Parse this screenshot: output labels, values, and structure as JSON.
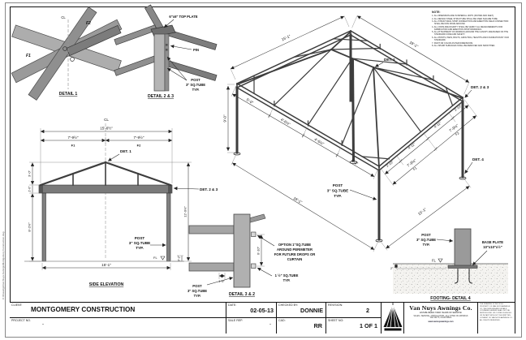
{
  "frame": {
    "path_text": "C:\\Drawings\\Van Nuys Awnings\\Montgomery Construction.dwg"
  },
  "post_label": {
    "l1": "POST",
    "l2": "3\" SQ.TUBE",
    "l3": "TYP."
  },
  "notes": {
    "heading": "NOTE:",
    "items": [
      "1. ALL DIMENSION ARE IN IMPERIAL UNITS (INCHES AND FEET).",
      "2. ALL DESIGN STEEL STRUCTURE SHALL BE USED SQUARE TUBE.",
      "3. ALL STRUCTURAL SHOP CONNECTION AND ERECTION FIELD CONNECTION SHALL BE NON MOVE AROUND.",
      "4. ALL JOINS ARE RIGIDITY SHALL BE VERIFY ALL MEASUREMENTS FOR FABRICATION AND ERECTION SHOP DRAWINGS.",
      "5. ALL ATTACHMENT OF AWNINGS AROUND THE CANOPY ARE BASED ON THE STANDARD CODE AND SAFETY.",
      "6. ALL POINTS, PADS, BOLTS, GROUTING, HEIGHTS AND FOUNDATION BY OUR STANDARD.",
      "7. PAINT OR COLOR AS PER DIMENSIONS.",
      "8. ALL SHARP SURFACES SHALL BE REMOVED AND SMOOTHED."
    ]
  },
  "detail_1": {
    "title": "DETAIL 1",
    "cl": "CL",
    "f1": "F1",
    "f2": "F2"
  },
  "detail_2_3": {
    "title": "DETAIL 2 & 3",
    "top_plate": "6\"x6\" TOP PLATE",
    "pin": "PIN"
  },
  "iso": {
    "det1": "DET. 1",
    "det23": "DET. 2 & 3",
    "det4": "DET. 4",
    "dim_top_left": "15'-1\"",
    "dim_top_right": "19'-1\"",
    "dim_height": "9'-0\"",
    "seg1": "5'-0\"",
    "seg2": "4'-6½\"",
    "seg3": "4'-6½\"",
    "seg4": "5'-0\"",
    "r1": "2'-10\"",
    "r2": "4'-11\"",
    "r3": "4'-11\"",
    "r4": "2'-10\"",
    "half1": "7'-9½\"",
    "f1": "F1",
    "half2": "7'-9½\"",
    "f2": "F2",
    "dim_bottom_left": "19'-1\"",
    "dim_bottom_right": "15'-1\""
  },
  "elevation": {
    "title": "SIDE ELEVATION",
    "cl": "CL",
    "dim_overall": "15'-6½\"",
    "half1": "7'-9½\"",
    "f1": "F1",
    "half2": "7'-9½\"",
    "f2": "F2",
    "det1": "DET. 1",
    "det23": "DET. 2 & 3",
    "roof_h": "3'-0\"",
    "beam_h": "1'-0\"",
    "post_h": "8'-2½\"",
    "total_h": "12'-0½\"",
    "fl_h": "0'-2\"",
    "fl": "FL",
    "dim_bottom": "15'-1\""
  },
  "detail_3_2": {
    "title": "DETAIL 3 & 2",
    "option_l1": "OPTION 1\"SQ.TUBE",
    "option_l2": "AROUND PERIMETER",
    "option_l3": "FOR FUTURE DROPS OR",
    "option_l4": "CURTAIN",
    "tube_l1": "1 ½\" SQ.TUBE",
    "tube_l2": "TYP.",
    "dim_v": "0'-10\"",
    "dim_h": "1 ½\""
  },
  "footing": {
    "title": "FOOTING- DETAIL 4",
    "plate_l1": "BASE PLATE",
    "plate_l2": "10\"x10\"x½\"",
    "fl": "FL",
    "embed": "2\""
  },
  "titleblock": {
    "client_label": "CLIENT:",
    "client": "MONTGOMERY CONSTRUCTION",
    "project_label": "PROJECT NO.",
    "project": "-",
    "date_label": "DATE:",
    "date": "02-05-13",
    "salerep_label": "SALE REP.",
    "salerep": "-",
    "checked_label": "CHECKED BY:",
    "checked": "DONNIE",
    "cad_label": "CAD:",
    "cad": "RR",
    "revision_label": "REVISION:",
    "revision": "2",
    "sheetno_label": "SHEET NO:",
    "sheetno": "1 OF 1",
    "company": "Van Nuys Awnings Co.",
    "tagline": "ESTABLISHED OVER YEARS OF SERVICE",
    "line1": "SALES • SERVICE • INSTALLATION • ALL TYPES OF AWNINGS",
    "line2": "VAN NUYS, CALIFORNIA",
    "website": "www.vannuysawnings.com",
    "disclaimer": "THE DRAWING IS THE SOLE PROPERTY OF VAN NUYS AWNINGS CO. THE DESIGNS AND DETAILS CONTAINED HEREIN SHALL NOT BE REPRODUCED OR COPIED IN WHOLE OR IN PART WITHOUT THE WRITTEN CONSENT OF VAN NUYS AWNINGS CO. ALL RIGHTS RESERVED."
  }
}
